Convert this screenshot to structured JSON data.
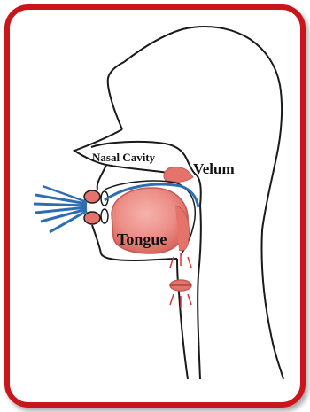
{
  "diagram": {
    "labels": {
      "nasal_cavity": "Nasal Cavity",
      "velum": "Velum",
      "tongue": "Tongue"
    }
  },
  "colors": {
    "frame_border": "#c8191b",
    "frame_fill": "#ffffff",
    "outline": "#1a1a1a",
    "airflow": "#2f6db3",
    "tissue": "#e6736b",
    "tongue": "#ec8f88",
    "vibration": "#d9343a"
  }
}
